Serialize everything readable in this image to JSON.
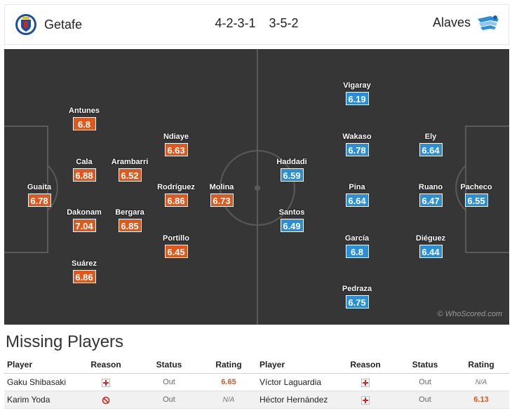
{
  "header": {
    "home_team": "Getafe",
    "home_formation": "4-2-3-1",
    "away_formation": "3-5-2",
    "away_team": "Alaves"
  },
  "colors": {
    "home_rating": "#e0581b",
    "away_rating": "#2b8fd8",
    "pitch": "#363636"
  },
  "pitch": {
    "watermark": "© WhoScored.com",
    "home_players": [
      {
        "name": "Guaita",
        "rating": "6.78"
      },
      {
        "name": "Antunes",
        "rating": "6.8"
      },
      {
        "name": "Cala",
        "rating": "6.88"
      },
      {
        "name": "Dakonam",
        "rating": "7.04"
      },
      {
        "name": "Suárez",
        "rating": "6.86"
      },
      {
        "name": "Arambarri",
        "rating": "6.52"
      },
      {
        "name": "Bergara",
        "rating": "6.85"
      },
      {
        "name": "Ndiaye",
        "rating": "6.63"
      },
      {
        "name": "Rodríguez",
        "rating": "6.86"
      },
      {
        "name": "Portillo",
        "rating": "6.45"
      },
      {
        "name": "Molina",
        "rating": "6.73"
      }
    ],
    "away_players": [
      {
        "name": "Haddadi",
        "rating": "6.59"
      },
      {
        "name": "Santos",
        "rating": "6.49"
      },
      {
        "name": "Vigaray",
        "rating": "6.19"
      },
      {
        "name": "Wakaso",
        "rating": "6.78"
      },
      {
        "name": "Pina",
        "rating": "6.64"
      },
      {
        "name": "García",
        "rating": "6.8"
      },
      {
        "name": "Pedraza",
        "rating": "6.75"
      },
      {
        "name": "Ely",
        "rating": "6.64"
      },
      {
        "name": "Ruano",
        "rating": "6.47"
      },
      {
        "name": "Diéguez",
        "rating": "6.44"
      },
      {
        "name": "Pacheco",
        "rating": "6.55"
      }
    ]
  },
  "missing": {
    "title": "Missing Players",
    "headers": [
      "Player",
      "Reason",
      "Status",
      "Rating",
      "Player",
      "Reason",
      "Status",
      "Rating"
    ],
    "rows": [
      {
        "home_player": "Gaku Shibasaki",
        "home_reason": "injury-icon",
        "home_status": "Out",
        "home_rating": "6.65",
        "away_player": "Víctor Laguardia",
        "away_reason": "injury-icon",
        "away_status": "Out",
        "away_rating": "N/A"
      },
      {
        "home_player": "Karim Yoda",
        "home_reason": "suspended-icon",
        "home_status": "Out",
        "home_rating": "N/A",
        "away_player": "Héctor Hernández",
        "away_reason": "injury-icon",
        "away_status": "Out",
        "away_rating": "6.13"
      }
    ]
  }
}
